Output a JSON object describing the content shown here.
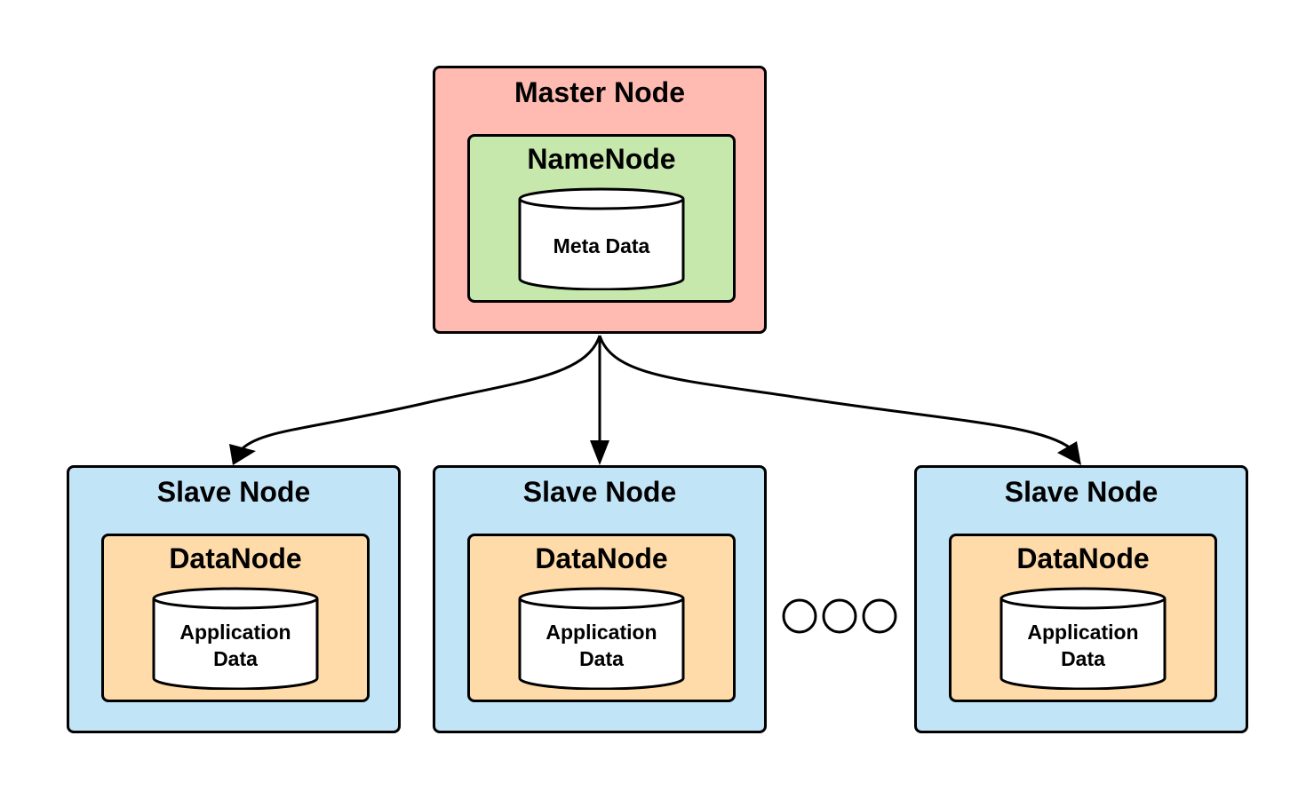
{
  "master": {
    "title": "Master Node",
    "color": "#ffbbb1",
    "inner": {
      "title": "NameNode",
      "color": "#c7e8ac",
      "store_label": "Meta Data"
    }
  },
  "slaves": [
    {
      "title": "Slave Node",
      "color": "#c1e4f7",
      "inner": {
        "title": "DataNode",
        "color": "#ffdba9",
        "store_label": "Application Data"
      }
    },
    {
      "title": "Slave Node",
      "color": "#c1e4f7",
      "inner": {
        "title": "DataNode",
        "color": "#ffdba9",
        "store_label": "Application Data"
      }
    },
    {
      "title": "Slave Node",
      "color": "#c1e4f7",
      "inner": {
        "title": "DataNode",
        "color": "#ffdba9",
        "store_label": "Application Data"
      }
    }
  ],
  "ellipsis_icon": "three-circles-icon",
  "edges": [
    {
      "from": "master",
      "to": "slave-1"
    },
    {
      "from": "master",
      "to": "slave-2"
    },
    {
      "from": "master",
      "to": "slave-3"
    }
  ]
}
